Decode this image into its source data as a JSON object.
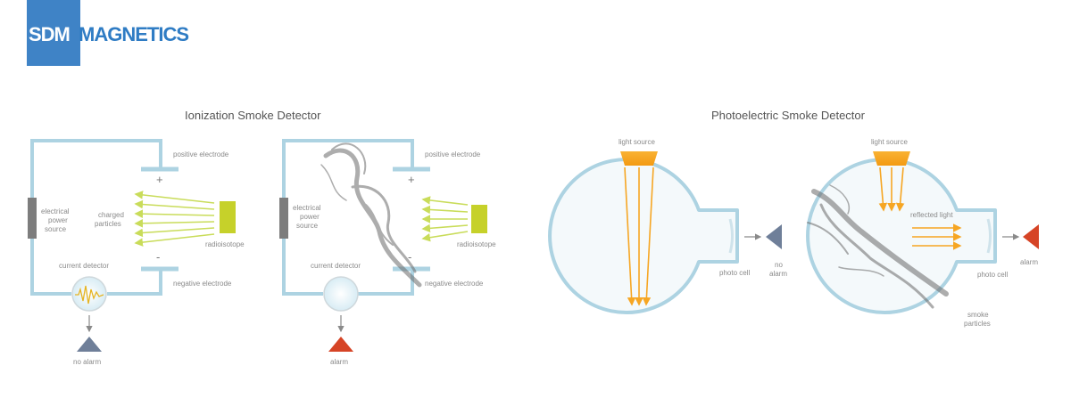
{
  "logo": {
    "part1": "SDM",
    "part2": "MAGNETICS"
  },
  "ionization": {
    "title": "Ionization Smoke Detector",
    "panel1": {
      "positive_electrode": "positive electrode",
      "negative_electrode": "negative electrode",
      "plus": "+",
      "minus": "-",
      "power_line1": "electrical",
      "power_line2": "power",
      "power_line3": "source",
      "charged_line1": "charged",
      "charged_line2": "particles",
      "radioisotope": "radioisotope",
      "current_detector": "current detector",
      "status": "no alarm"
    },
    "panel2": {
      "positive_electrode": "positive electrode",
      "negative_electrode": "negative electrode",
      "plus": "+",
      "minus": "-",
      "power_line1": "electrical",
      "power_line2": "power",
      "power_line3": "source",
      "radioisotope": "radioisotope",
      "current_detector": "current detector",
      "status": "alarm"
    }
  },
  "photoelectric": {
    "title": "Photoelectric Smoke Detector",
    "panel1": {
      "light_source": "light source",
      "photo_cell": "photo cell",
      "status_line1": "no",
      "status_line2": "alarm"
    },
    "panel2": {
      "light_source": "light source",
      "reflected_light": "reflected light",
      "photo_cell": "photo cell",
      "status": "alarm",
      "smoke_line1": "smoke",
      "smoke_line2": "particles"
    }
  },
  "colors": {
    "logo_blue": "#3f83c6",
    "frame": "#add3e2",
    "arrow_green": "#c9dc5a",
    "radioisotope": "#c6d12a",
    "light_orange": "#f6a623",
    "alarm_red": "#d64426",
    "no_alarm_gray": "#6f7f99"
  }
}
